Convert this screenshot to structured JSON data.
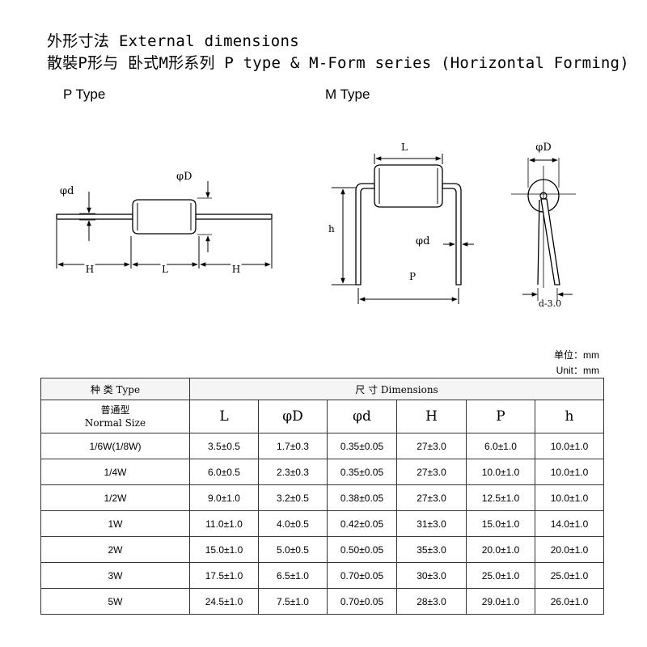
{
  "title_line1": "外形寸法  External dimensions",
  "title_line2": "散裝P形与 卧式M形系列  P type & M-Form series (Horizontal Forming)",
  "p_type": {
    "label": "P Type",
    "dim_phi_d": "φd",
    "dim_phi_D": "φD",
    "dim_H_left": "H",
    "dim_L": "L",
    "dim_H_right": "H"
  },
  "m_type": {
    "label": "M Type",
    "dim_L": "L",
    "dim_h": "h",
    "dim_phi_d": "φd",
    "dim_P": "P",
    "dim_phi_D": "φD",
    "dim_d30": "d-3.0"
  },
  "units": {
    "cn": "单位：mm",
    "en": "Unit：mm"
  },
  "table": {
    "type_header": "种 类  Type",
    "dims_header": "尺    寸  Dimensions",
    "normal_size_cn": "普通型",
    "normal_size_en": "Normal Size",
    "columns": [
      "L",
      "φD",
      "φd",
      "H",
      "P",
      "h"
    ],
    "rows": [
      {
        "type": "1/6W(1/8W)",
        "L": "3.5±0.5",
        "D": "1.7±0.3",
        "d": "0.35±0.05",
        "H": "27±3.0",
        "P": "6.0±1.0",
        "h": "10.0±1.0"
      },
      {
        "type": "1/4W",
        "L": "6.0±0.5",
        "D": "2.3±0.3",
        "d": "0.35±0.05",
        "H": "27±3.0",
        "P": "10.0±1.0",
        "h": "10.0±1.0"
      },
      {
        "type": "1/2W",
        "L": "9.0±1.0",
        "D": "3.2±0.5",
        "d": "0.38±0.05",
        "H": "27±3.0",
        "P": "12.5±1.0",
        "h": "10.0±1.0"
      },
      {
        "type": "1W",
        "L": "11.0±1.0",
        "D": "4.0±0.5",
        "d": "0.42±0.05",
        "H": "31±3.0",
        "P": "15.0±1.0",
        "h": "14.0±1.0"
      },
      {
        "type": "2W",
        "L": "15.0±1.0",
        "D": "5.0±0.5",
        "d": "0.50±0.05",
        "H": "35±3.0",
        "P": "20.0±1.0",
        "h": "20.0±1.0"
      },
      {
        "type": "3W",
        "L": "17.5±1.0",
        "D": "6.5±1.0",
        "d": "0.70±0.05",
        "H": "30±3.0",
        "P": "25.0±1.0",
        "h": "25.0±1.0"
      },
      {
        "type": "5W",
        "L": "24.5±1.0",
        "D": "7.5±1.0",
        "d": "0.70±0.05",
        "H": "28±3.0",
        "P": "29.0±1.0",
        "h": "26.0±1.0"
      }
    ]
  }
}
